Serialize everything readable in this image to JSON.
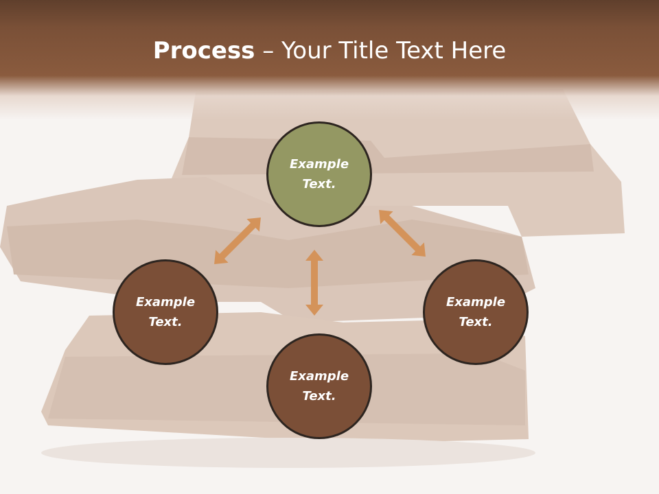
{
  "slide": {
    "title_bold": "Process",
    "title_rest": " – Your Title Text Here"
  },
  "nodes": [
    {
      "id": "top",
      "text": "Example Text.",
      "color": "#949863"
    },
    {
      "id": "left",
      "text": "Example Text.",
      "color": "#7b4f37"
    },
    {
      "id": "right",
      "text": "Example Text.",
      "color": "#7b4f37"
    },
    {
      "id": "bottom",
      "text": "Example Text.",
      "color": "#7b4f37"
    }
  ],
  "colors": {
    "header": "#7a5037",
    "arrow": "#d4935a",
    "node_border": "#2d2520"
  },
  "background": "faded chocolate bar photo"
}
